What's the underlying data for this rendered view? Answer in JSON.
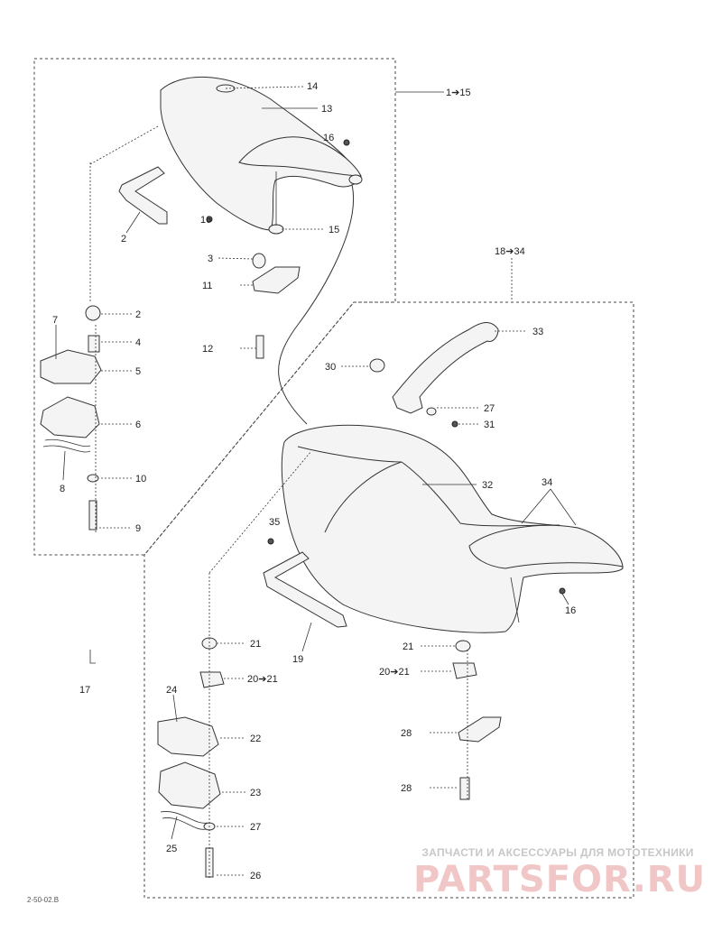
{
  "diagram": {
    "ref_code": "2-50-02.B",
    "group_labels": {
      "upper": "1➔15",
      "lower": "18➔34"
    },
    "callouts": [
      {
        "id": "c14",
        "text": "14"
      },
      {
        "id": "c13",
        "text": "13"
      },
      {
        "id": "c16a",
        "text": "16"
      },
      {
        "id": "c16b",
        "text": "16"
      },
      {
        "id": "c15",
        "text": "15"
      },
      {
        "id": "c2a",
        "text": "2"
      },
      {
        "id": "c3a",
        "text": "3"
      },
      {
        "id": "c11",
        "text": "11"
      },
      {
        "id": "c12",
        "text": "12"
      },
      {
        "id": "c7",
        "text": "7"
      },
      {
        "id": "c2b",
        "text": "2"
      },
      {
        "id": "c4",
        "text": "4"
      },
      {
        "id": "c5",
        "text": "5"
      },
      {
        "id": "c6",
        "text": "6"
      },
      {
        "id": "c8",
        "text": "8"
      },
      {
        "id": "c10",
        "text": "10"
      },
      {
        "id": "c9",
        "text": "9"
      },
      {
        "id": "c33",
        "text": "33"
      },
      {
        "id": "c30",
        "text": "30"
      },
      {
        "id": "c27a",
        "text": "27"
      },
      {
        "id": "c31",
        "text": "31"
      },
      {
        "id": "c32",
        "text": "32"
      },
      {
        "id": "c34",
        "text": "34"
      },
      {
        "id": "c35",
        "text": "35"
      },
      {
        "id": "c16c",
        "text": "16"
      },
      {
        "id": "c19",
        "text": "19"
      },
      {
        "id": "c17",
        "text": "17"
      },
      {
        "id": "c21a",
        "text": "21"
      },
      {
        "id": "c2021a",
        "text": "20➔21"
      },
      {
        "id": "c21b",
        "text": "21"
      },
      {
        "id": "c2021b",
        "text": "20➔21"
      },
      {
        "id": "c24",
        "text": "24"
      },
      {
        "id": "c22",
        "text": "22"
      },
      {
        "id": "c23",
        "text": "23"
      },
      {
        "id": "c27b",
        "text": "27"
      },
      {
        "id": "c25",
        "text": "25"
      },
      {
        "id": "c26",
        "text": "26"
      },
      {
        "id": "c28a",
        "text": "28"
      },
      {
        "id": "c28b",
        "text": "28"
      }
    ]
  },
  "watermark": {
    "subtitle": "ЗАПЧАСТИ И АКСЕССУАРЫ ДЛЯ МОТОТЕХНИКИ",
    "brand": "PARTSFOR.RU"
  }
}
